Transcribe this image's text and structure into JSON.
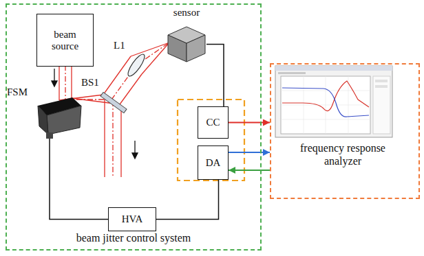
{
  "diagram": {
    "nodes": [
      {
        "text": [
          "beam jitter control system"
        ]
      },
      {
        "text": [
          "beam source"
        ],
        "in": 0
      },
      {
        "text": [
          "sensor"
        ],
        "in": 0
      },
      {
        "text": [
          "FSM"
        ],
        "in": 0
      },
      {
        "text": [
          "CC"
        ],
        "in": 0
      },
      {
        "text": [
          "DA"
        ],
        "in": 0
      },
      {
        "text": [
          "HVA"
        ],
        "in": 0
      },
      {
        "text": [
          "frequency response analyzer"
        ]
      }
    ],
    "edges": [
      {
        "from": 2,
        "to": 4,
        "arrow": "none"
      },
      {
        "from": 5,
        "to": 6,
        "arrow": "none"
      },
      {
        "from": 6,
        "to": 3,
        "arrow": "none"
      },
      {
        "from": 4,
        "to": 7,
        "arrow": "to"
      },
      {
        "from": 5,
        "to": 7,
        "arrow": "to"
      },
      {
        "from": 7,
        "to": 5,
        "arrow": "to"
      }
    ],
    "labels": [
      "L1",
      "BS1"
    ]
  }
}
